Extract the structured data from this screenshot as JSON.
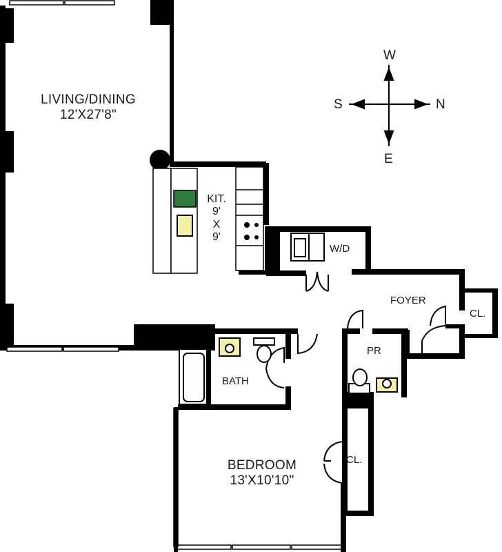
{
  "rooms": {
    "living": {
      "name": "LIVING/DINING",
      "dims": "12'X27'8\""
    },
    "kitchen": {
      "name": "KIT.",
      "dim1": "9'",
      "x": "X",
      "dim2": "9'"
    },
    "laundry": {
      "name": "W/D"
    },
    "foyer": {
      "name": "FOYER"
    },
    "foyer_closet": {
      "name": "CL."
    },
    "powder": {
      "name": "PR"
    },
    "bath": {
      "name": "BATH"
    },
    "bedroom": {
      "name": "BEDROOM",
      "dims": "13'X10'10\""
    },
    "bedroom_closet": {
      "name": "CL."
    }
  },
  "compass": {
    "top": "W",
    "left": "S",
    "right": "N",
    "bottom": "E"
  },
  "colors": {
    "wall": "#000000",
    "fixture_fill": "#f3f0a6",
    "range_fill": "#2f7a3d",
    "background": "#ffffff"
  }
}
